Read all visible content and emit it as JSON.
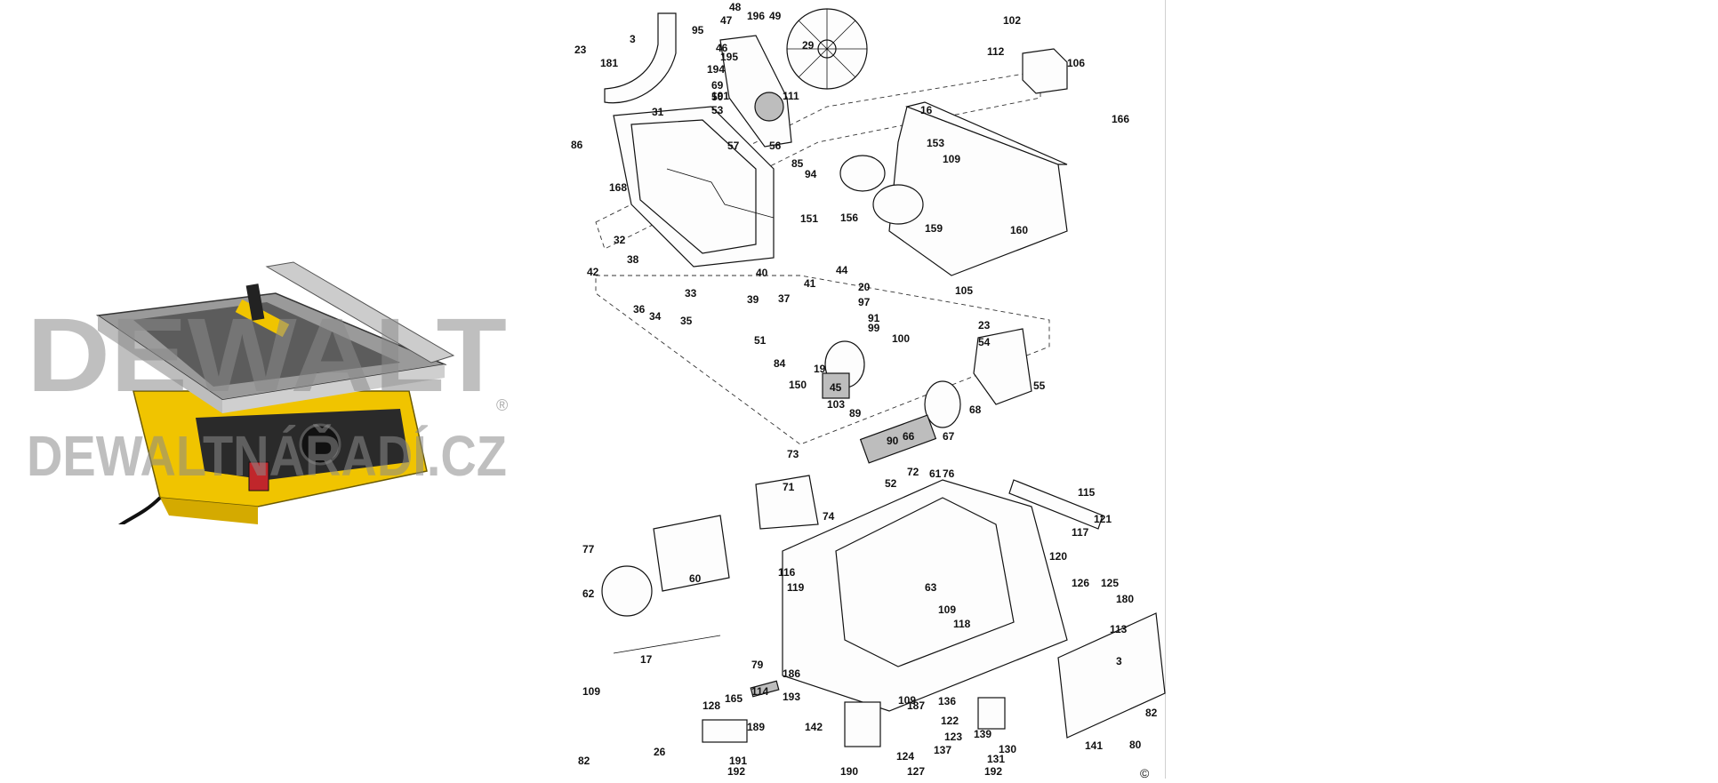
{
  "watermark": {
    "brand": "DEWALT",
    "site": "DEWALTNÁŘADÍ.CZ",
    "registered": "®"
  },
  "copyright": "©",
  "part_numbers": [
    "95",
    "3",
    "23",
    "181",
    "48",
    "196",
    "49",
    "47",
    "46",
    "195",
    "194",
    "191",
    "69",
    "50",
    "53",
    "29",
    "102",
    "112",
    "106",
    "166",
    "31",
    "86",
    "168",
    "57",
    "56",
    "111",
    "16",
    "153",
    "109",
    "85",
    "94",
    "151",
    "156",
    "159",
    "160",
    "105",
    "32",
    "38",
    "42",
    "36",
    "34",
    "35",
    "33",
    "39",
    "40",
    "37",
    "41",
    "44",
    "20",
    "97",
    "91",
    "99",
    "100",
    "23",
    "54",
    "55",
    "51",
    "84",
    "150",
    "19",
    "45",
    "103",
    "89",
    "90",
    "66",
    "67",
    "68",
    "52",
    "72",
    "73",
    "71",
    "74",
    "61",
    "76",
    "115",
    "121",
    "117",
    "120",
    "116",
    "119",
    "60",
    "77",
    "62",
    "63",
    "109",
    "118",
    "126",
    "125",
    "180",
    "17",
    "79",
    "186",
    "114",
    "109",
    "165",
    "128",
    "189",
    "142",
    "193",
    "109",
    "187",
    "136",
    "122",
    "123",
    "137",
    "139",
    "131",
    "130",
    "141",
    "80",
    "82",
    "26",
    "192",
    "191",
    "190",
    "127",
    "192",
    "124",
    "113",
    "3",
    "82"
  ]
}
